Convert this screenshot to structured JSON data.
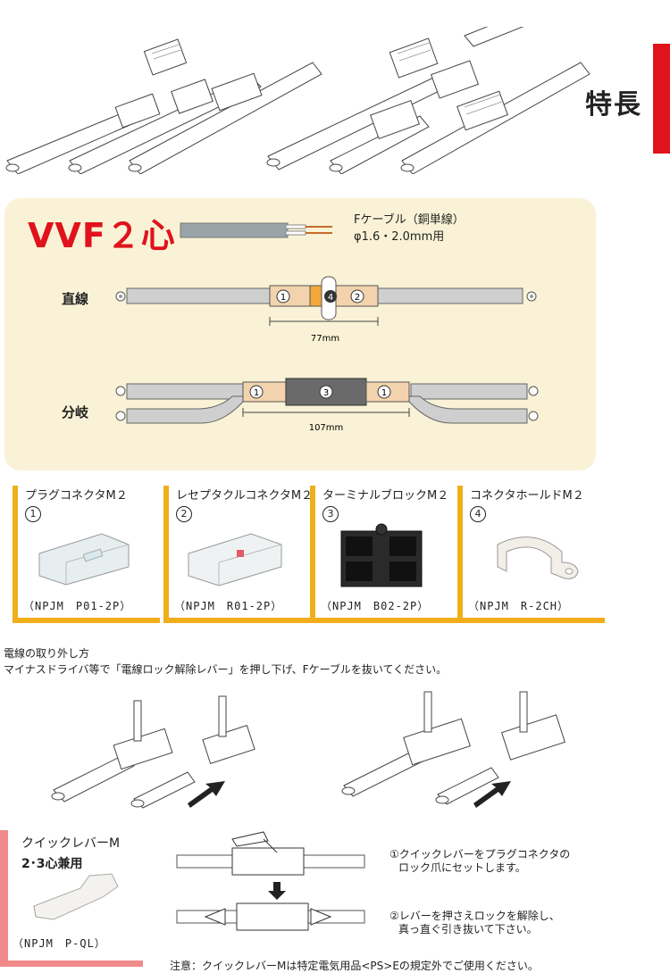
{
  "header": {
    "title": "特長"
  },
  "spec": {
    "vvf_title": "VVF２心",
    "cable_line1": "Fケーブル（銅単線）",
    "cable_line2": "φ1.6・2.0mm用",
    "straight_label": "直線",
    "branch_label": "分岐",
    "straight_dim": "77mm",
    "branch_dim": "107mm",
    "markers": {
      "one": "1",
      "two": "2",
      "three": "3",
      "four": "4"
    }
  },
  "products": [
    {
      "name": "プラグコネクタM２",
      "num": "1",
      "code": "（NPJM　P01-2P）"
    },
    {
      "name": "レセプタクルコネクタM２",
      "num": "2",
      "code": "（NPJM　R01-2P）"
    },
    {
      "name": "ターミナルブロックM２",
      "num": "3",
      "code": "（NPJM　B02-2P）"
    },
    {
      "name": "コネクタホールドM２",
      "num": "4",
      "code": "（NPJM　R-2CH）"
    }
  ],
  "removal": {
    "heading": "電線の取り外し方",
    "text": "マイナスドライバ等で「電線ロック解除レバー」を押し下げ、Fケーブルを抜いてください。"
  },
  "quick_lever": {
    "name": "クイックレバーM",
    "subtitle": "2･3心兼用",
    "code": "（NPJM　P-QL）",
    "step1_line1": "①クイックレバーをプラグコネクタの",
    "step1_line2": "ロック爪にセットします。",
    "step2_line1": "②レバーを押さえロックを解除し、",
    "step2_line2": "真っ直ぐ引き抜いて下さい。",
    "caution": "注意：クイックレバーMは特定電気用品<PS>Eの規定外でご使用ください。"
  },
  "colors": {
    "accent_red": "#e0121c",
    "card_orange": "#f0ae1a",
    "panel_bg": "#f9f2d6",
    "quick_pink": "#f08a8a"
  }
}
